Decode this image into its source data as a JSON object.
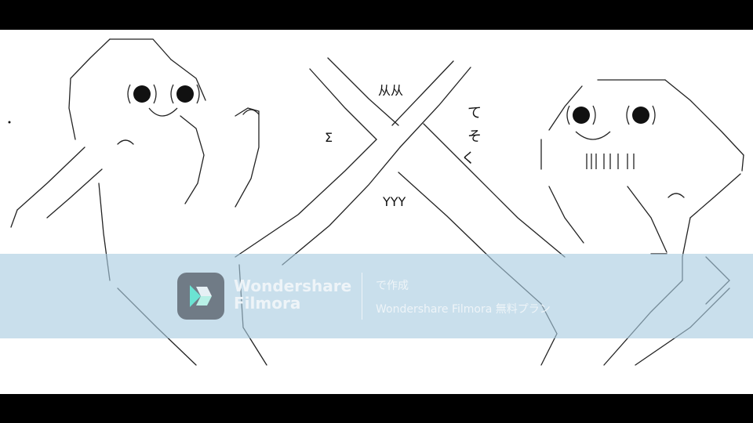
{
  "art": {
    "text_yyy": "YYY",
    "text_jyuujyuu": "从从",
    "text_te": "て",
    "text_so": "そ",
    "text_ku": "く",
    "text_sigma": "Σ"
  },
  "watermark": {
    "brand_line1": "Wondershare",
    "brand_line2": "Filmora",
    "caption_top": "で作成",
    "caption_bottom": "Wondershare Filmora 無料プラン"
  }
}
